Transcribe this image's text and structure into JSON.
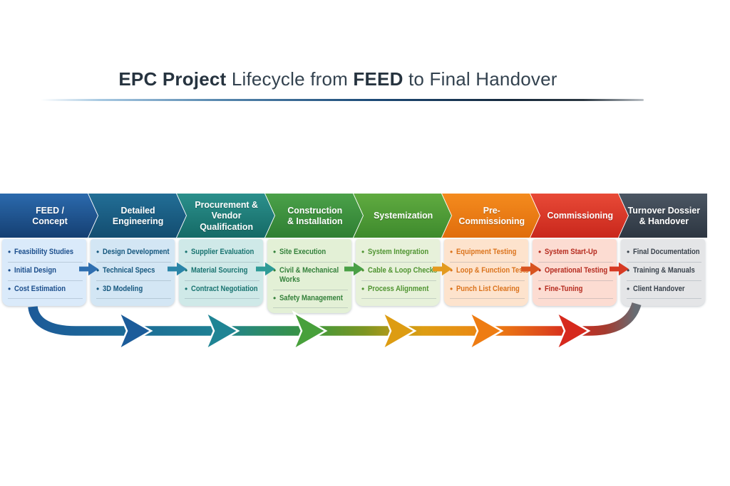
{
  "title": {
    "segments": [
      {
        "text": "EPC Project",
        "bold": true
      },
      {
        "text": " Lifecycle from ",
        "bold": false
      },
      {
        "text": "FEED",
        "bold": true
      },
      {
        "text": " to Final Handover",
        "bold": false
      }
    ]
  },
  "ui": {
    "bullet": "•"
  },
  "stages": [
    {
      "label": "FEED /\nConcept",
      "header_top": "#2b6aad",
      "header_bottom": "#153f72",
      "body_bg": "#daeafa",
      "text_color": "#1b4e8c",
      "arrow_color": "#2f6fb0",
      "items": [
        "Feasibility Studies",
        "Initial Design",
        "Cost Estimation"
      ]
    },
    {
      "label": "Detailed\nEngineering",
      "header_top": "#226e96",
      "header_bottom": "#134d70",
      "body_bg": "#d3e6f4",
      "text_color": "#15577e",
      "arrow_color": "#2a85a8",
      "items": [
        "Design Development",
        "Technical Specs",
        "3D Modeling"
      ]
    },
    {
      "label": "Procurement &\nVendor\nQualification",
      "header_top": "#2b908c",
      "header_bottom": "#156a66",
      "body_bg": "#cfe9e8",
      "text_color": "#187370",
      "arrow_color": "#2f9b97",
      "items": [
        "Supplier Evaluation",
        "Material Sourcing",
        "Contract Negotiation"
      ]
    },
    {
      "label": "Construction\n& Installation",
      "header_top": "#4ba149",
      "header_bottom": "#2f7f33",
      "body_bg": "#e3f0d6",
      "text_color": "#33803a",
      "arrow_color": "#4aa046",
      "items": [
        "Site Execution",
        "Civil & Mechanical\nWorks",
        "Safety Management"
      ]
    },
    {
      "label": "Systemization",
      "header_top": "#60ab40",
      "header_bottom": "#3e8a2d",
      "body_bg": "#e7f1da",
      "text_color": "#4f9431",
      "arrow_color": "#e39a1f",
      "items": [
        "System Integration",
        "Cable & Loop Checks",
        "Process Alignment"
      ]
    },
    {
      "label": "Pre-\nCommissioning",
      "header_top": "#f48b1e",
      "header_bottom": "#e06d0c",
      "body_bg": "#fde3cd",
      "text_color": "#db731c",
      "arrow_color": "#d85420",
      "items": [
        "Equipment Testing",
        "Loop & Function Tests",
        "Punch List Clearing"
      ]
    },
    {
      "label": "Commissioning",
      "header_top": "#e84a37",
      "header_bottom": "#c9271c",
      "body_bg": "#fcdcd2",
      "text_color": "#b52a1e",
      "arrow_color": "#d63a24",
      "items": [
        "System Start-Up",
        "Operational Testing",
        "Fine-Tuning"
      ]
    },
    {
      "label": "Turnover Dossier\n& Handover",
      "header_top": "#4b5663",
      "header_bottom": "#2d3641",
      "body_bg": "#e4e5e7",
      "text_color": "#39424c",
      "arrow_color": "",
      "items": [
        "Final Documentation",
        "Training & Manuals",
        "Client Handover"
      ]
    }
  ],
  "flow": {
    "arrowhead_colors": [
      "#1c5c9a",
      "#1f8494",
      "#48a03b",
      "#dd9c12",
      "#ee7c12",
      "#d6291d"
    ],
    "line_stops": [
      {
        "offset": 0.04,
        "color": "#1c5a98"
      },
      {
        "offset": 0.2,
        "color": "#1d6f97"
      },
      {
        "offset": 0.3,
        "color": "#1f8293"
      },
      {
        "offset": 0.4,
        "color": "#35914d"
      },
      {
        "offset": 0.43,
        "color": "#41993c"
      },
      {
        "offset": 0.5,
        "color": "#7d9522"
      },
      {
        "offset": 0.55,
        "color": "#c49a15"
      },
      {
        "offset": 0.58,
        "color": "#dd9d13"
      },
      {
        "offset": 0.64,
        "color": "#e88d13"
      },
      {
        "offset": 0.68,
        "color": "#ec7c12"
      },
      {
        "offset": 0.74,
        "color": "#df4f1b"
      },
      {
        "offset": 0.78,
        "color": "#d6291d"
      },
      {
        "offset": 0.83,
        "color": "#a43b2f"
      },
      {
        "offset": 0.87,
        "color": "#676d74"
      },
      {
        "offset": 1.0,
        "color": "#676d74"
      }
    ]
  }
}
